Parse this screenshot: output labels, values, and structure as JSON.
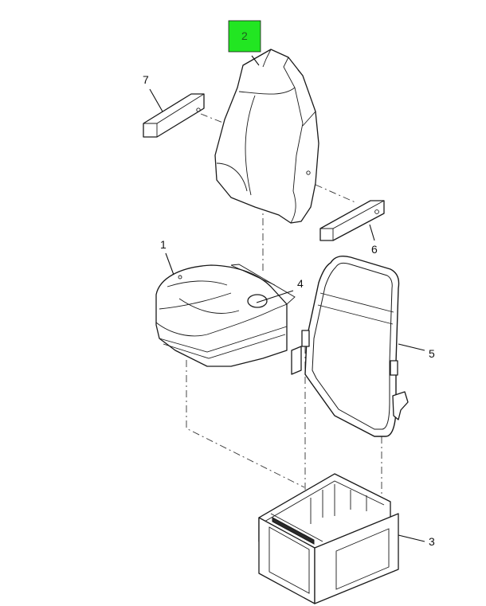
{
  "callouts": {
    "c1": "1",
    "c2": "2",
    "c3": "3",
    "c4": "4",
    "c5": "5",
    "c6": "6",
    "c7": "7"
  },
  "highlight": {
    "part": "2",
    "color": "#22e622"
  }
}
